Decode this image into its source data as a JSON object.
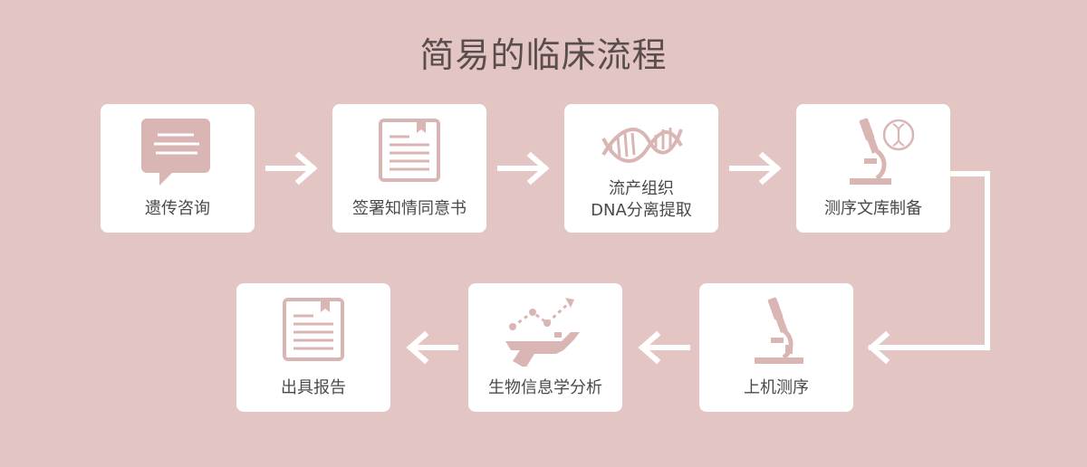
{
  "title": "简易的临床流程",
  "colors": {
    "background": "#e3c6c4",
    "card": "#ffffff",
    "icon": "#d9b6b3",
    "arrow": "#ffffff"
  },
  "steps": [
    {
      "label": "遗传咨询",
      "icon": "speech-bubble-icon"
    },
    {
      "label": "签署知情同意书",
      "icon": "document-icon"
    },
    {
      "label_line1": "流产组织",
      "label_line2": "DNA分离提取",
      "icon": "dna-icon"
    },
    {
      "label": "测序文库制备",
      "icon": "microscope-dna-icon"
    },
    {
      "label": "上机测序",
      "icon": "microscope-icon"
    },
    {
      "label": "生物信息学分析",
      "icon": "data-analysis-icon"
    },
    {
      "label": "出具报告",
      "icon": "document-icon"
    }
  ]
}
